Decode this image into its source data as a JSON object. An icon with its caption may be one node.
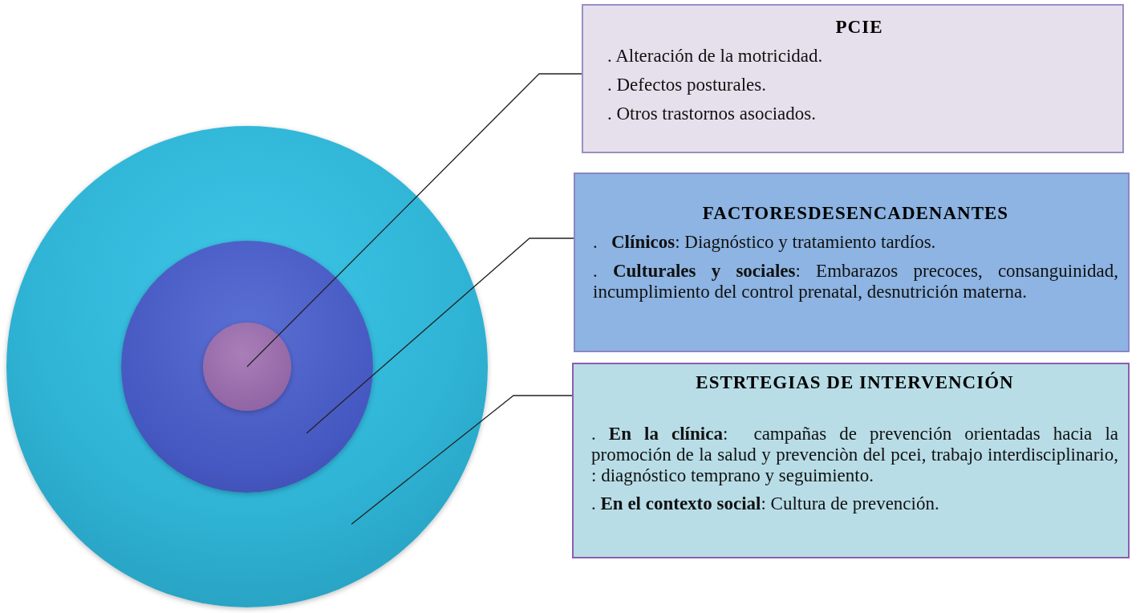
{
  "diagram": {
    "nodes": [
      {
        "text": [],
        "shape": "circle"
      },
      {
        "text": [],
        "shape": "circle",
        "in": 0
      },
      {
        "text": [],
        "shape": "circle",
        "in": 1
      },
      {
        "text": [
          "PCIE",
          ". Alteración de la motricidad.",
          ". Defectos posturales.",
          ". Otros trastornos asociados."
        ]
      },
      {
        "text": [
          "FACTORESDESENCADENANTES",
          ".   **Clínicos**: Diagnóstico y tratamiento tardíos.",
          ". **Culturales y sociales**: Embarazos precoces, consanguinidad, incumplimiento del control prenatal, desnutrición materna."
        ]
      },
      {
        "text": [
          "ESTRTEGIAS DE INTERVENCIÓN",
          ". **En la clínica**:  campañas de prevención orientadas hacia la promoción de la salud y prevenciòn del pcei, trabajo interdisciplinario, : diagnóstico temprano y seguimiento.",
          ". **En el contexto social**: Cultura de prevención."
        ]
      }
    ],
    "edges": [
      {
        "from": 3,
        "to": 2,
        "arrow": "none"
      },
      {
        "from": 4,
        "to": 1,
        "arrow": "none"
      },
      {
        "from": 5,
        "to": 0,
        "arrow": "none"
      }
    ]
  }
}
